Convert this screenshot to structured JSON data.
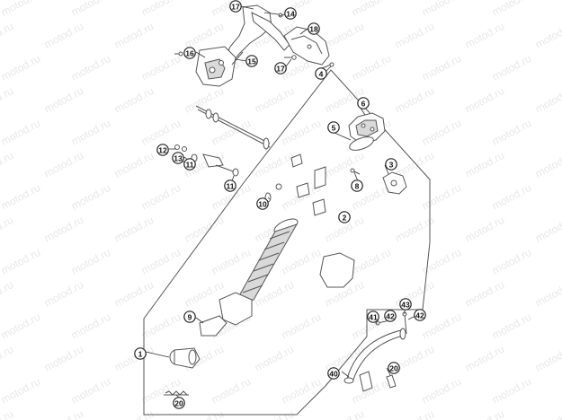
{
  "watermark": {
    "text": "motod.ru"
  },
  "callouts": [
    {
      "id": "c17a",
      "label": "17"
    },
    {
      "id": "c14",
      "label": "14"
    },
    {
      "id": "c18",
      "label": "18"
    },
    {
      "id": "c16",
      "label": "16"
    },
    {
      "id": "c15",
      "label": "15"
    },
    {
      "id": "c17b",
      "label": "17"
    },
    {
      "id": "c4",
      "label": "4"
    },
    {
      "id": "c6",
      "label": "6"
    },
    {
      "id": "c5",
      "label": "5"
    },
    {
      "id": "c12",
      "label": "12"
    },
    {
      "id": "c13",
      "label": "13"
    },
    {
      "id": "c11a",
      "label": "11"
    },
    {
      "id": "c3",
      "label": "3"
    },
    {
      "id": "c11b",
      "label": "11"
    },
    {
      "id": "c8",
      "label": "8"
    },
    {
      "id": "c10",
      "label": "10"
    },
    {
      "id": "c2",
      "label": "2"
    },
    {
      "id": "c9",
      "label": "9"
    },
    {
      "id": "c43",
      "label": "43"
    },
    {
      "id": "c41",
      "label": "41"
    },
    {
      "id": "c42a",
      "label": "42"
    },
    {
      "id": "c42b",
      "label": "42"
    },
    {
      "id": "c1",
      "label": "1"
    },
    {
      "id": "c20a",
      "label": "20"
    },
    {
      "id": "c40",
      "label": "40"
    },
    {
      "id": "c20b",
      "label": "20"
    }
  ]
}
